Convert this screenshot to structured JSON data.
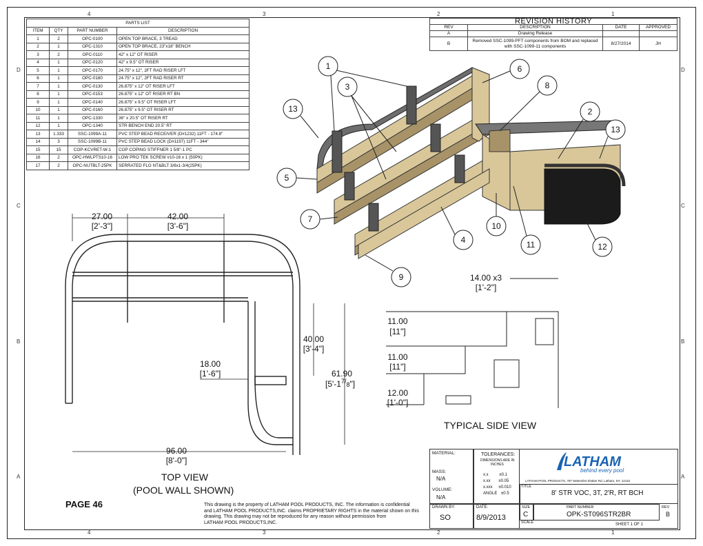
{
  "zones": {
    "cols": [
      "4",
      "3",
      "2",
      "1"
    ],
    "rows": [
      "D",
      "C",
      "B",
      "A"
    ]
  },
  "parts_list": {
    "title": "PARTS LIST",
    "headers": [
      "ITEM",
      "QTY",
      "PART NUMBER",
      "DESCRIPTION"
    ],
    "rows": [
      [
        "1",
        "2",
        "OPC-0100",
        "OPEN TOP BRACE, 3 TREAD"
      ],
      [
        "2",
        "1",
        "OPC-1310",
        "OPEN TOP BRACE, 23\"x18\" BENCH"
      ],
      [
        "3",
        "2",
        "OPC-0110",
        "42\" x 12\" OT RISER"
      ],
      [
        "4",
        "1",
        "OPC-0120",
        "42\" x 9.5\" OT RISER"
      ],
      [
        "5",
        "1",
        "OPC-0170",
        "24.75\" x 12\", 2FT RAD RISER LFT"
      ],
      [
        "6",
        "1",
        "OPC-0180",
        "24.75\" x 12\", 2FT RAD RISER RT"
      ],
      [
        "7",
        "1",
        "OPC-0130",
        "26.875\" x 12\" OT RISER LFT"
      ],
      [
        "8",
        "1",
        "OPC-0153",
        "26.875\" x 12\" OT RISER RT BN"
      ],
      [
        "9",
        "1",
        "OPC-0140",
        "26.875\" x 9.5\" OT RISER LFT"
      ],
      [
        "10",
        "1",
        "OPC-0160",
        "26.875\" x 9.5\" OT RISER RT"
      ],
      [
        "11",
        "1",
        "OPC-1330",
        "36\" x 20.5\" OT RISER RT"
      ],
      [
        "12",
        "1",
        "OPC-1340",
        "STR BENCH END 20.5\" RT"
      ],
      [
        "13",
        "1.333",
        "SSC-1099A-11",
        "PVC STEP BEAD RECEIVER (D#1232) 11FT - 174.8\""
      ],
      [
        "14",
        "3",
        "SSC-1099B-11",
        "PVC STEP BEAD LOCK (D#1197) 11FT - 344\""
      ],
      [
        "15",
        "15",
        "COP-KCVRET-W-1",
        "COP COPING STIFFNER 1 5/8\"-1 PC"
      ],
      [
        "16",
        "2",
        "OPC-HWLPTS10-16",
        "LOW PRO TEK SCREW #10-16 x 1 (50PK)"
      ],
      [
        "17",
        "2",
        "OPC-NUTBLT-25PK",
        "SERRATED FLG NT&BLT 3/8x1-3/4(25PK)"
      ]
    ]
  },
  "revision_history": {
    "title": "REVISION HISTORY",
    "headers": [
      "REV",
      "DESCRIPTION",
      "DATE",
      "APPROVED"
    ],
    "rows": [
      {
        "rev": "A",
        "description": "Drawing Release",
        "date": "",
        "approved": ""
      },
      {
        "rev": "B",
        "description": "Removed SSC-1099-PFT components from BOM and replaced with SSC-1099-11 components",
        "date": "8/27/2014",
        "approved": "JH"
      }
    ]
  },
  "balloons": [
    "1",
    "2",
    "3",
    "4",
    "5",
    "6",
    "7",
    "8",
    "9",
    "10",
    "11",
    "12",
    "13"
  ],
  "top_view": {
    "dim_27": "27.00",
    "dim_27_ft": "[2'-3\"]",
    "dim_42": "42.00",
    "dim_42_ft": "[3'-6\"]",
    "dim_40": "40.00",
    "dim_40_ft": "[3'-4\"]",
    "dim_18": "18.00",
    "dim_18_ft": "[1'-6\"]",
    "dim_61": "61.90",
    "dim_61_ft": "[5'-1",
    "dim_61_frac_n": "7",
    "dim_61_frac_d": "8",
    "dim_61_close": "\"]",
    "dim_96": "96.00",
    "dim_96_ft": "[8'-0\"]",
    "title_line1": "TOP VIEW",
    "title_line2": "(POOL WALL SHOWN)"
  },
  "side_view": {
    "dim_14": "14.00 x3",
    "dim_14_ft": "[1'-2\"]",
    "dim_11a": "11.00",
    "dim_11a_ft": "[11\"]",
    "dim_11b": "11.00",
    "dim_11b_ft": "[11\"]",
    "dim_12": "12.00",
    "dim_12_ft": "[1'-0\"]",
    "title": "TYPICAL SIDE VIEW"
  },
  "page_label": "PAGE 46",
  "disclaimer": [
    "This drawing is the property of LATHAM POOL PRODUCTS, INC. The information is confidential",
    "and LATHAM POOL PRODUCTS,INC. claims PROPRIETARY RIGHTS in the material shown on this",
    "drawing. This drawing may not be reproduced for any reason without permission from",
    "LATHAM POOL PRODUCTS,INC."
  ],
  "title_block": {
    "material_label": "MATERIAL:",
    "mass_label": "MASS:",
    "mass_value": "N/A",
    "volume_label": "VOLUME:",
    "volume_value": "N/A",
    "tolerances_title": "TOLERANCES:",
    "tolerances_sub1": "DIMENSIONS ARE IN",
    "tolerances_sub2": "INCHES",
    "tol_rows": [
      [
        "x.x",
        "±0.1"
      ],
      [
        "x.xx",
        "±0.05"
      ],
      [
        "x.xxx",
        "±0.010"
      ],
      [
        "ANGLE",
        "±0.5"
      ]
    ],
    "drawn_by_label": "DRAWN BY:",
    "drawn_by_value": "SO",
    "date_label": "DATE:",
    "date_value": "8/9/2013",
    "size_label": "SIZE",
    "size_value": "C",
    "part_number_label": "PART NUMBER",
    "part_number_value": "OPK-ST096STR2BR",
    "rev_label": "REV",
    "rev_value": "B",
    "scale_label": "SCALE",
    "sheet_label": "SHEET 1  OF 1",
    "title_label": "TITLE",
    "title_value": "8' STR VOC, 3T, 2'R, RT BCH",
    "logo_text": "LATHAM",
    "logo_tagline": "behind every pool",
    "company_address": "LATHAM POOL PRODUCTS, 787 Watervliet Shaker Rd. Latham, NY. 12110"
  },
  "colors": {
    "riser_tan": "#d9c79a",
    "riser_dark": "#a89368",
    "coping": "#555555",
    "bench_face": "#1b1b1b",
    "logo_blue": "#1a63b4"
  }
}
